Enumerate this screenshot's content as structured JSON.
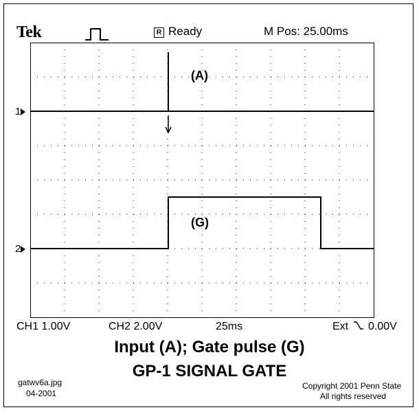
{
  "header": {
    "brand": "Tek",
    "trigger_status_letter": "R",
    "trigger_status": "Ready",
    "position": "M Pos: 25.00ms"
  },
  "waveforms": {
    "ch1_marker": "1",
    "ch2_marker": "2",
    "label_a": "(A)",
    "label_g": "(G)"
  },
  "readout": {
    "ch1_scale": "CH1 1.00V",
    "ch2_scale": "CH2 2.00V",
    "timebase": "25ms",
    "trigger": "Ext",
    "trigger_level": "0.00V"
  },
  "caption": {
    "line1": "Input (A); Gate pulse (G)",
    "line2": "GP-1 SIGNAL GATE"
  },
  "footer": {
    "filename": "gatwv6a.jpg",
    "date": "04-2001",
    "copyright": "Copyright 2001 Penn State",
    "rights": "All rights reserved"
  }
}
